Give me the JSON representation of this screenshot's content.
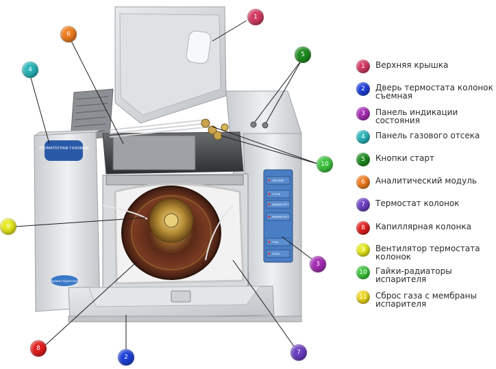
{
  "device": {
    "logo_text": "ХРОМАТОГРАФ ГАЗОВЫЙ",
    "brand_text": "Хромат Кристалл",
    "indicator_labels": [
      "ПИТАНИЕ",
      "ГОТОВ",
      "ИНДИКАТОР 1",
      "ИНДИКАТОР 2",
      "ГРАД",
      "ПОЗЫ"
    ]
  },
  "legend": [
    {
      "num": "1",
      "label": "Верхняя крышка",
      "color": "#d23a62"
    },
    {
      "num": "2",
      "label": "Дверь термостата колонок съемная",
      "color": "#1d3fd8"
    },
    {
      "num": "3",
      "label": "Панель индикации состояния",
      "color": "#a42cb2"
    },
    {
      "num": "4",
      "label": "Панель газового отсека",
      "color": "#2ab3b8"
    },
    {
      "num": "5",
      "label": "Кнопки старт",
      "color": "#1d8a1d"
    },
    {
      "num": "6",
      "label": "Аналитический модуль",
      "color": "#ee7b1e"
    },
    {
      "num": "7",
      "label": "Термостат колонок",
      "color": "#6b3fc0"
    },
    {
      "num": "8",
      "label": "Капиллярная колонка",
      "color": "#e01e1e"
    },
    {
      "num": "9",
      "label": "Вентилятор термостата колонок",
      "color": "#e5e81c"
    },
    {
      "num": "10",
      "label": "Гайки-радиаторы испарителя",
      "color": "#3bc23b"
    },
    {
      "num": "11",
      "label": "Сброс газа с мембраны испарителя",
      "color": "#ecd41c"
    }
  ],
  "callouts": [
    {
      "num": "1",
      "color": "#d23a62"
    },
    {
      "num": "6",
      "color": "#ee7b1e"
    },
    {
      "num": "4",
      "color": "#2ab3b8"
    },
    {
      "num": "5",
      "color": "#1d8a1d"
    },
    {
      "num": "10",
      "color": "#3bc23b"
    },
    {
      "num": "9",
      "color": "#e5e81c"
    },
    {
      "num": "3",
      "color": "#a42cb2"
    },
    {
      "num": "8",
      "color": "#e01e1e"
    },
    {
      "num": "2",
      "color": "#1d3fd8"
    },
    {
      "num": "7",
      "color": "#6b3fc0"
    }
  ]
}
